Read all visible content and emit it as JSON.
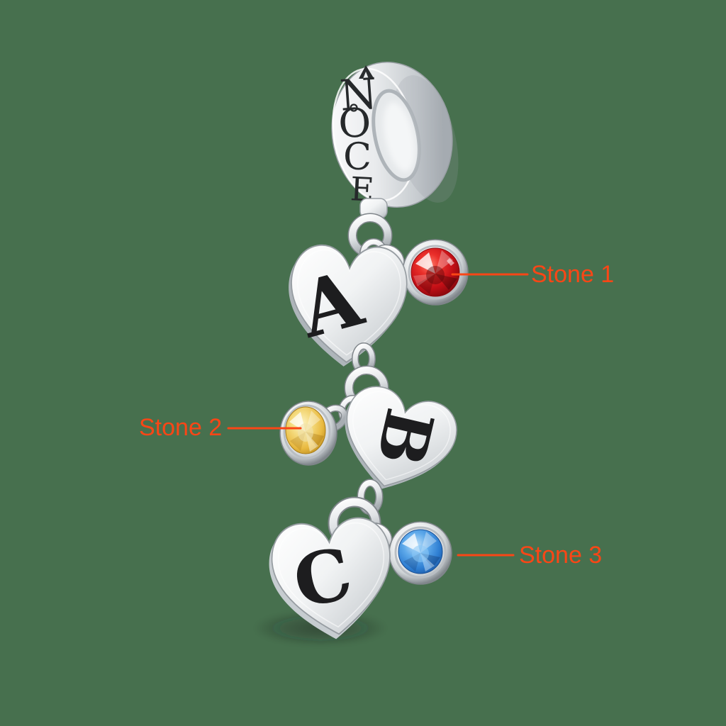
{
  "page": {
    "background_color": "#47704E",
    "description_kind": "annotated-product-photo"
  },
  "product": {
    "brand": "NOCE",
    "brand_letters": [
      "N",
      "O",
      "C",
      "E"
    ],
    "hearts": [
      {
        "letter": "A"
      },
      {
        "letter": "B"
      },
      {
        "letter": "C"
      }
    ],
    "stones": [
      {
        "label": "Stone 1",
        "gem_color": "#D2101A"
      },
      {
        "label": "Stone 2",
        "gem_color": "#EFC24B"
      },
      {
        "label": "Stone 3",
        "gem_color": "#3E8EDD"
      }
    ]
  },
  "annotations": {
    "accent_color": "#FA4616",
    "labels": [
      {
        "text": "Stone 1",
        "side": "right"
      },
      {
        "text": "Stone 2",
        "side": "left"
      },
      {
        "text": "Stone 3",
        "side": "right"
      }
    ]
  }
}
